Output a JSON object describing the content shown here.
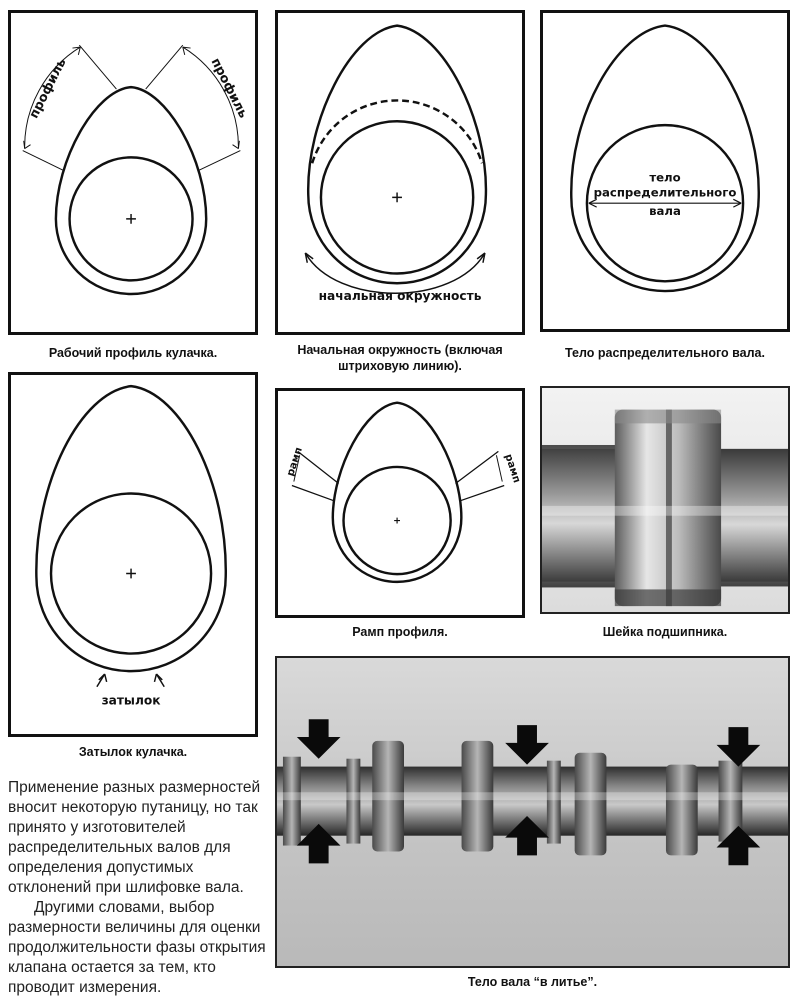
{
  "figures": {
    "working_profile": {
      "caption": "Рабочий профиль кулачка.",
      "labels": {
        "left": "профиль",
        "right": "профиль"
      }
    },
    "base_circle": {
      "caption": "Начальная окружность (включая\nштриховую линию).",
      "labels": {
        "bottom": "начальная окружность"
      }
    },
    "camshaft_body": {
      "caption": "Тело распределительного вала.",
      "labels": {
        "line1": "тело",
        "line2": "распределительного",
        "line3": "вала"
      }
    },
    "cam_heel": {
      "caption": "Затылок кулачка.",
      "labels": {
        "bottom": "затылок"
      }
    },
    "profile_ramp": {
      "caption": "Рамп профиля.",
      "labels": {
        "left": "рамп",
        "right": "рамп"
      }
    },
    "bearing_journal": {
      "caption": "Шейка подшипника."
    },
    "cast_shaft_body": {
      "caption": "Тело вала “в литье”."
    }
  },
  "body_text": {
    "paragraph1": "Применение разных размерностей вносит некоторую путаницу, но так принято у изготовителей распределительных валов для определения допустимых отклонений при шлифовке вала.",
    "paragraph2": "Другими словами, выбор размерности величины для оценки продолжительности фазы открытия клапана остается за тем, кто проводит измерения."
  }
}
